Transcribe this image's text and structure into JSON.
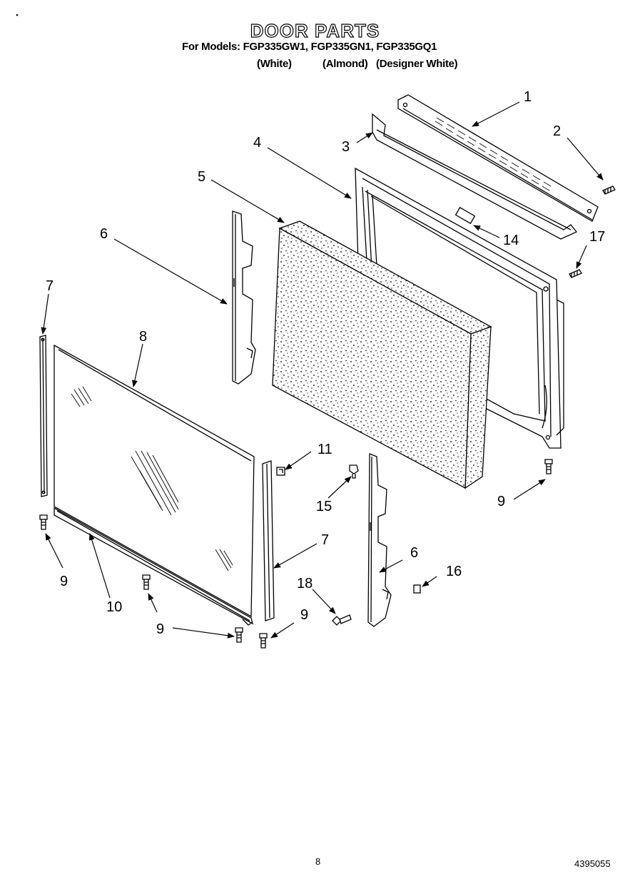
{
  "header": {
    "title": "DOOR PARTS",
    "models_line": "For Models: FGP335GW1, FGP335GN1, FGP335GQ1",
    "color_white": "(White)",
    "color_almond": "(Almond)",
    "color_designer": "(Designer White)"
  },
  "callouts": {
    "c1": "1",
    "c2": "2",
    "c3": "3",
    "c4": "4",
    "c5": "5",
    "c6a": "6",
    "c6b": "6",
    "c7a": "7",
    "c7b": "7",
    "c8": "8",
    "c9a": "9",
    "c9b": "9",
    "c9c": "9",
    "c9d": "9",
    "c10": "10",
    "c11": "11",
    "c14": "14",
    "c15": "15",
    "c16": "16",
    "c17": "17",
    "c18": "18"
  },
  "footer": {
    "page_number": "8",
    "doc_number": "4395055"
  }
}
